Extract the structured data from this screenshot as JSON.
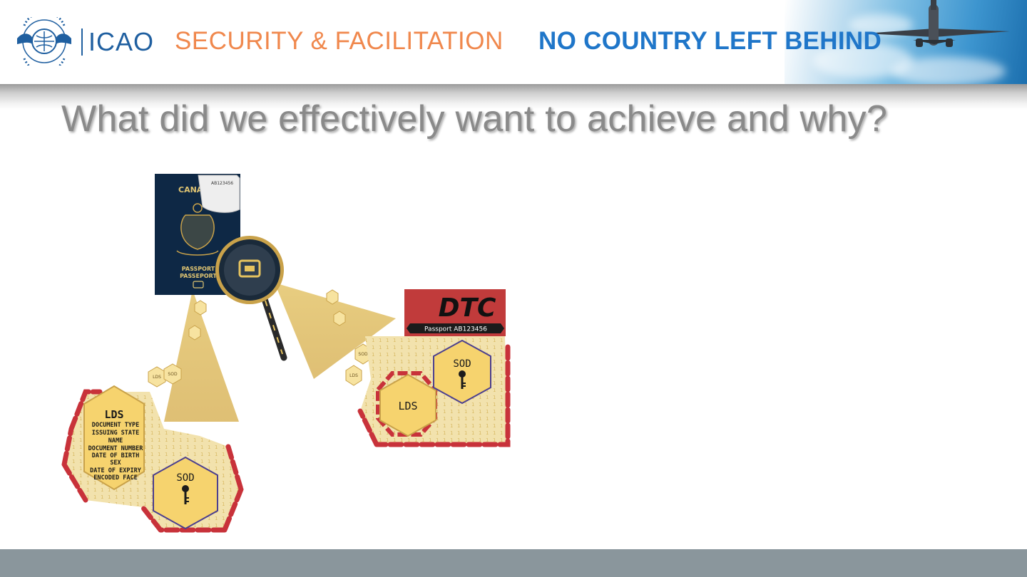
{
  "header": {
    "brand": "ICAO",
    "sector": "SECURITY & FACILITATION",
    "slogan": "NO COUNTRY LEFT BEHIND",
    "logo_icon": "icao-emblem-icon",
    "banner_icon": "airplane-icon",
    "colors": {
      "brand": "#1f5fa0",
      "sector": "#f0884d",
      "slogan": "#1f76c9",
      "footer": "#8a969c"
    }
  },
  "slide": {
    "title": "What did we effectively want to achieve and why?"
  },
  "illustration": {
    "passport": {
      "country": "CANA",
      "number": "AB123456",
      "label_en": "PASSPORT",
      "label_fr": "PASSEPORT"
    },
    "dtc": {
      "title": "DTC",
      "subtitle": "Passport AB123456"
    },
    "left_cluster": {
      "lds_title": "LDS",
      "lds_fields": [
        "DOCUMENT TYPE",
        "ISSUING STATE",
        "NAME",
        "DOCUMENT NUMBER",
        "DATE OF BIRTH",
        "SEX",
        "DATE OF EXPIRY",
        "ENCODED FACE"
      ],
      "sod_label": "SOD"
    },
    "right_cluster": {
      "lds_label": "LDS",
      "sod_label": "SOD"
    },
    "mini_hex_labels": [
      "LDS",
      "SOD"
    ]
  }
}
